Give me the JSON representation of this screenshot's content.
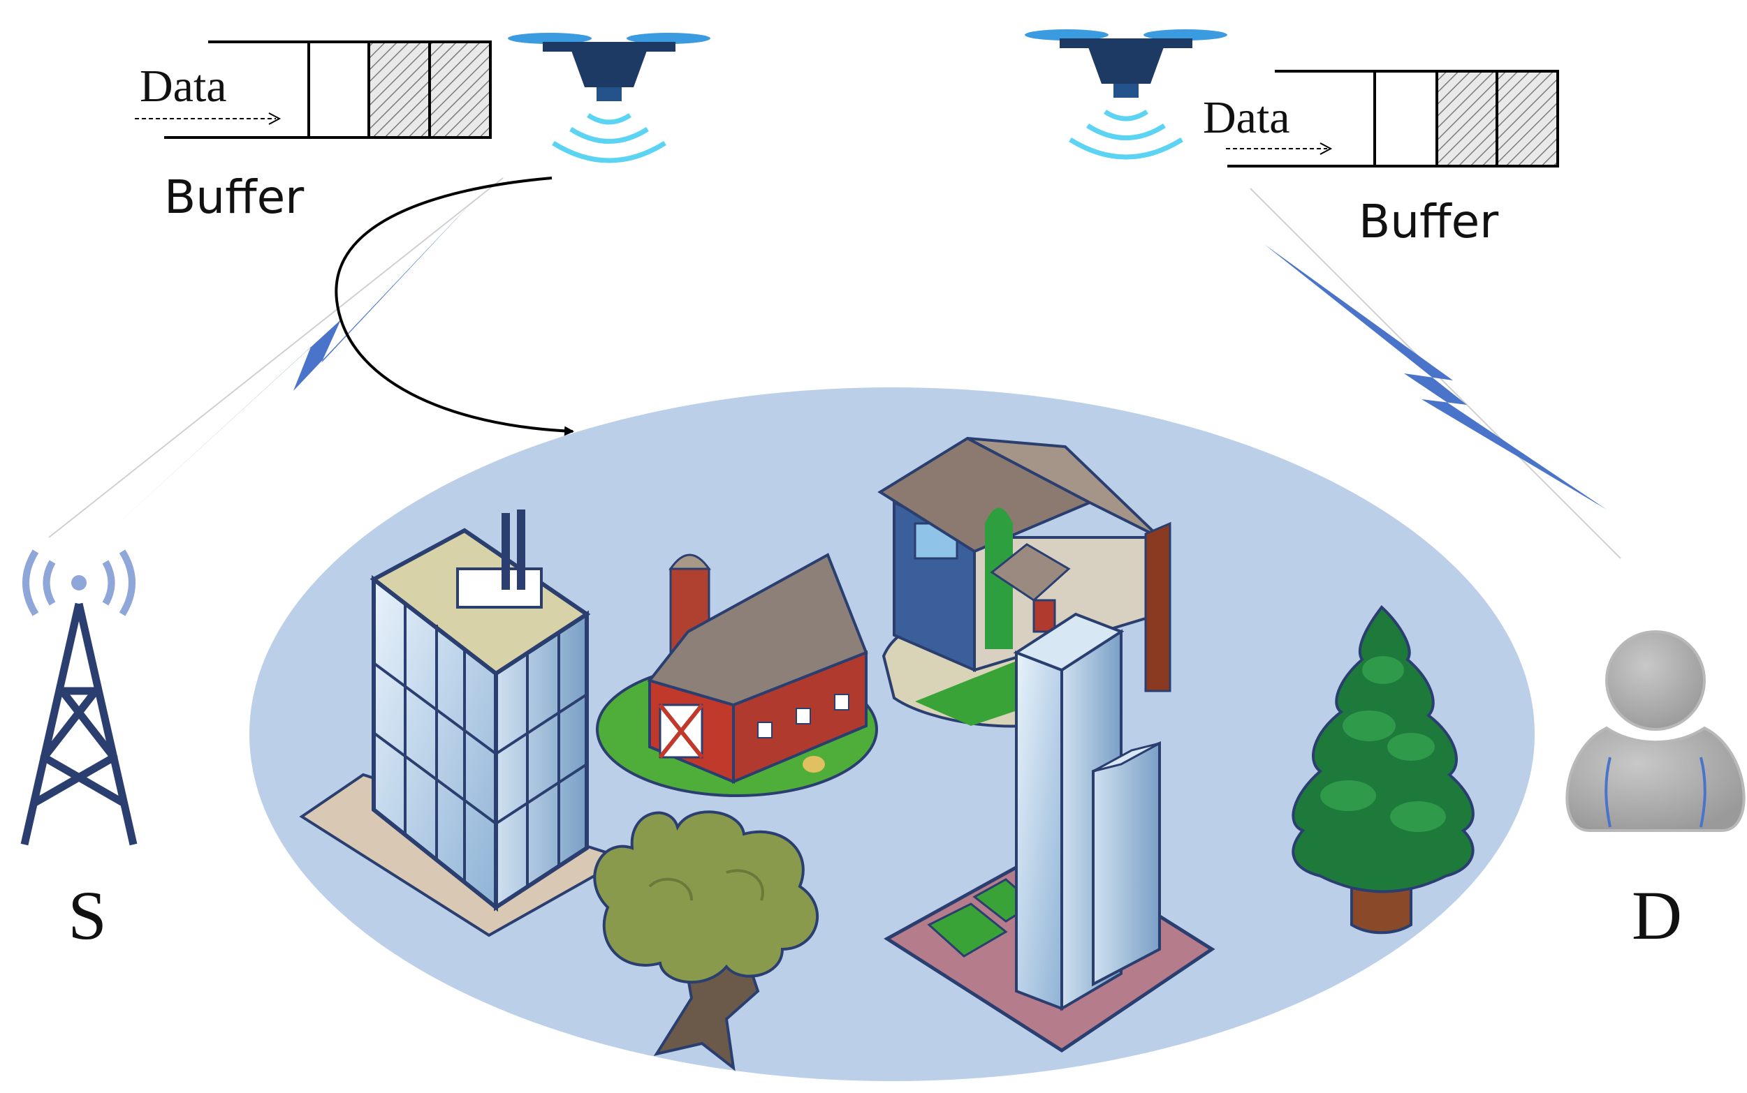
{
  "labels": {
    "buffer_left": "Buffer",
    "buffer_right": "Buffer",
    "data_left": "Data",
    "data_right": "Data",
    "source": "S",
    "destination": "D"
  },
  "colors": {
    "area_fill": "#bccfe8",
    "lightning": "#4a74c9",
    "drone_body": "#1c3a63",
    "signal": "#5bd3f2",
    "tower": "#2a3f6f",
    "tower_waves": "#8fa6d8",
    "user": "#a9a9a9",
    "buffer_hatch": "#7a7a7a"
  },
  "icons": {
    "drone_left": "drone-icon",
    "drone_right": "drone-icon",
    "tower": "cell-tower-icon",
    "user": "user-icon",
    "office": "office-building-icon",
    "barn": "barn-icon",
    "house": "house-icon",
    "skyscraper": "skyscraper-icon",
    "pine": "pine-tree-icon",
    "oak": "oak-tree-icon"
  }
}
